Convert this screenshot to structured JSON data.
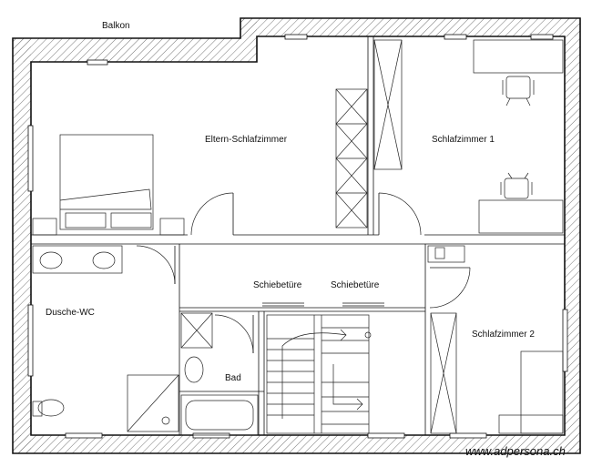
{
  "labels": {
    "balcony": "Balkon",
    "master_bedroom": "Eltern-Schlafzimmer",
    "bedroom_1": "Schlafzimmer 1",
    "bedroom_2": "Schlafzimmer 2",
    "shower_wc": "Dusche-WC",
    "bath": "Bad",
    "sliding_door_left": "Schiebetüre",
    "sliding_door_right": "Schiebetüre"
  },
  "watermark": "www.adpersona.ch"
}
